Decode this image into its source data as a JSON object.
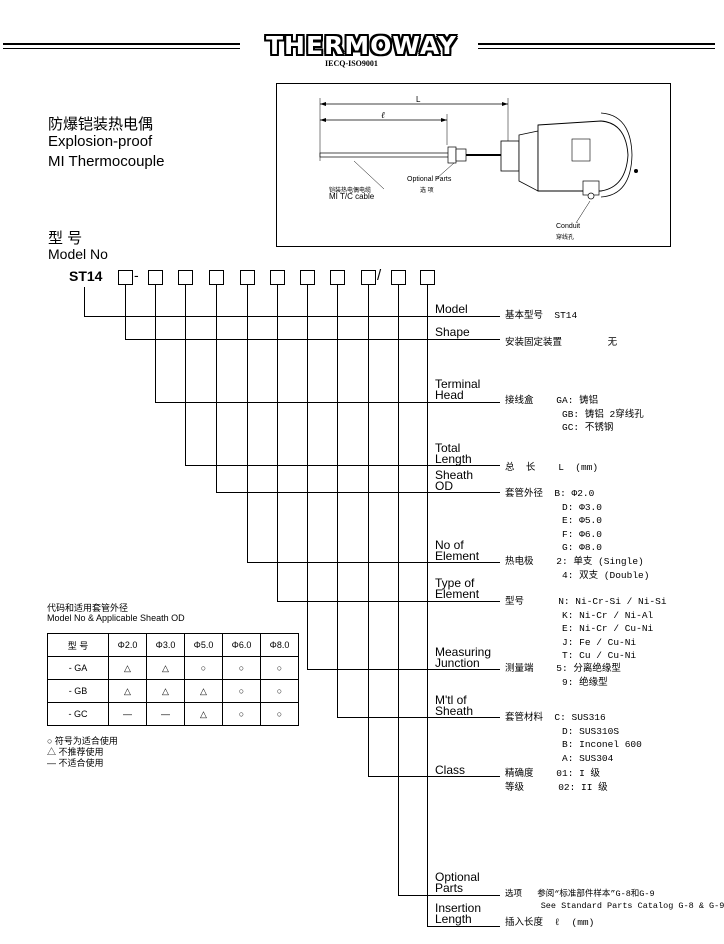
{
  "header": {
    "logo": "THERMOWAY",
    "cert": "IECQ-ISO9001"
  },
  "title": {
    "cn": "防爆铠装热电偶",
    "en1": "Explosion-proof",
    "en2": "MI Thermocouple"
  },
  "diagram": {
    "L": "L",
    "l": "ℓ",
    "optional_parts_en": "Optional Parts",
    "optional_parts_cn": "选 项",
    "cable_cn": "铠装热电偶电缆",
    "cable_en": "MI T/C cable",
    "conduit_en": "Conduit",
    "conduit_cn": "穿线孔"
  },
  "model": {
    "cn": "型  号",
    "en": "Model No",
    "prefix": "ST14",
    "dash": "-",
    "slash": "/"
  },
  "rows": [
    {
      "label": "Model",
      "desc": [
        "基本型号  ST14"
      ]
    },
    {
      "label": "Shape",
      "desc": [
        "安装固定装置        无"
      ]
    },
    {
      "label": "Terminal\nHead",
      "desc": [
        "接线盒    GA: 铸铝",
        "          GB: 铸铝 2穿线孔",
        "          GC: 不锈钢"
      ]
    },
    {
      "label": "Total\nLength",
      "desc": [
        "总  长    L  (mm)"
      ]
    },
    {
      "label": "Sheath\nOD",
      "desc": [
        "套管外径  B: Φ2.0",
        "          D: Φ3.0",
        "          E: Φ5.0",
        "          F: Φ6.0",
        "          G: Φ8.0"
      ]
    },
    {
      "label": "No of\nElement",
      "desc": [
        "热电极    2: 单支 (Single)",
        "          4: 双支 (Double)"
      ]
    },
    {
      "label": "Type of\nElement",
      "desc": [
        "型号      N: Ni-Cr-Si / Ni-Si",
        "          K: Ni-Cr / Ni-Al",
        "          E: Ni-Cr / Cu-Ni",
        "          J: Fe / Cu-Ni",
        "          T: Cu / Cu-Ni"
      ]
    },
    {
      "label": "Measuring\nJunction",
      "desc": [
        "测量端    5: 分离绝缘型",
        "          9: 绝缘型"
      ]
    },
    {
      "label": "M'tl of\nSheath",
      "desc": [
        "套管材料  C: SUS316",
        "          D: SUS310S",
        "          B: Inconel 600",
        "          A: SUS304"
      ]
    },
    {
      "label": "Class",
      "desc": [
        "精确度    01: I 级",
        "等级      02: II 级"
      ]
    },
    {
      "label": "Optional\nParts",
      "desc": [
        "选项   参阅“标准部件样本”G-8和G-9",
        "       See Standard Parts Catalog G-8 & G-9"
      ]
    },
    {
      "label": "Insertion\nLength",
      "desc": [
        "插入长度  ℓ  (mm)"
      ]
    }
  ],
  "sheath_table": {
    "title_cn": "代码和适用套管外径",
    "title_en": "Model No & Applicable Sheath OD",
    "header": [
      "型 号",
      "Φ2.0",
      "Φ3.0",
      "Φ5.0",
      "Φ6.0",
      "Φ8.0"
    ],
    "rows": [
      [
        "- GA",
        "△",
        "△",
        "○",
        "○",
        "○"
      ],
      [
        "- GB",
        "△",
        "△",
        "△",
        "○",
        "○"
      ],
      [
        "- GC",
        "—",
        "—",
        "△",
        "○",
        "○"
      ]
    ],
    "legend": [
      "○  符号为适合使用",
      "△  不推荐使用",
      "—  不适合使用"
    ]
  }
}
